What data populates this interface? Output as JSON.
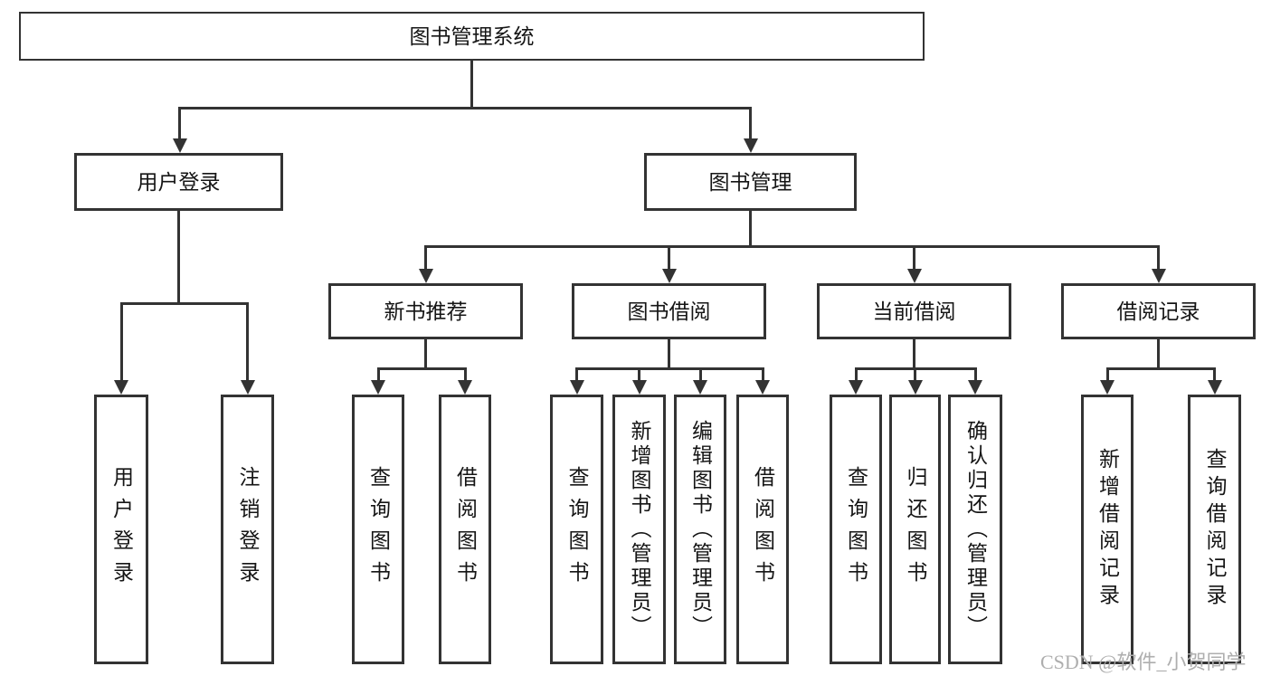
{
  "watermark": "CSDN @软件_小贺同学",
  "nodes": {
    "root": "图书管理系统",
    "user_login": "用户登录",
    "book_mgmt": "图书管理",
    "new_books": "新书推荐",
    "book_borrow": "图书借阅",
    "current_borrow": "当前借阅",
    "borrow_records": "借阅记录",
    "leaf_login": "用户登录",
    "leaf_logout": "注销登录",
    "nb_query": "查询图书",
    "nb_borrow": "借阅图书",
    "bb_query": "查询图书",
    "bb_add": "新增图书（管理员）",
    "bb_edit": "编辑图书（管理员）",
    "bb_borrow": "借阅图书",
    "cb_query": "查询图书",
    "cb_return": "归还图书",
    "cb_confirm": "确认归还（管理员）",
    "br_add": "新增借阅记录",
    "br_query": "查询借阅记录"
  }
}
